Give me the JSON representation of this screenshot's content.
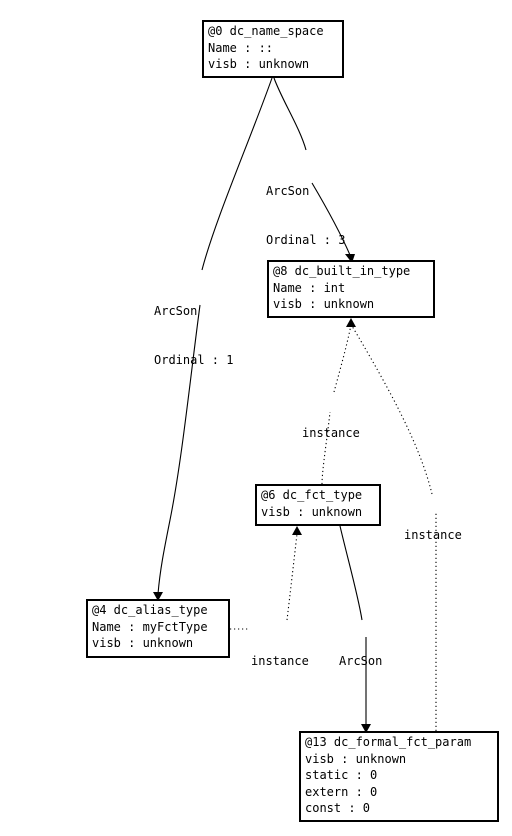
{
  "nodes": {
    "n0": {
      "lines": [
        "@0 dc_name_space",
        "Name : ::",
        "visb : unknown"
      ]
    },
    "n8": {
      "lines": [
        "@8 dc_built_in_type",
        "Name : int",
        "visb : unknown"
      ]
    },
    "n6": {
      "lines": [
        "@6 dc_fct_type",
        "visb : unknown"
      ]
    },
    "n4": {
      "lines": [
        "@4 dc_alias_type",
        "Name : myFctType",
        "visb : unknown"
      ]
    },
    "n13": {
      "lines": [
        "@13 dc_formal_fct_param",
        "visb : unknown",
        "static : 0",
        "extern : 0",
        "const : 0"
      ]
    }
  },
  "edges": {
    "e0_8": {
      "lines": [
        "ArcSon",
        "Ordinal : 3"
      ]
    },
    "e0_4": {
      "lines": [
        "ArcSon",
        "Ordinal : 1"
      ]
    },
    "e6_8": {
      "lines": [
        "instance"
      ]
    },
    "e13_8": {
      "lines": [
        "instance"
      ]
    },
    "e4_6": {
      "lines": [
        "instance"
      ]
    },
    "e6_13": {
      "lines": [
        "ArcSon"
      ]
    }
  }
}
